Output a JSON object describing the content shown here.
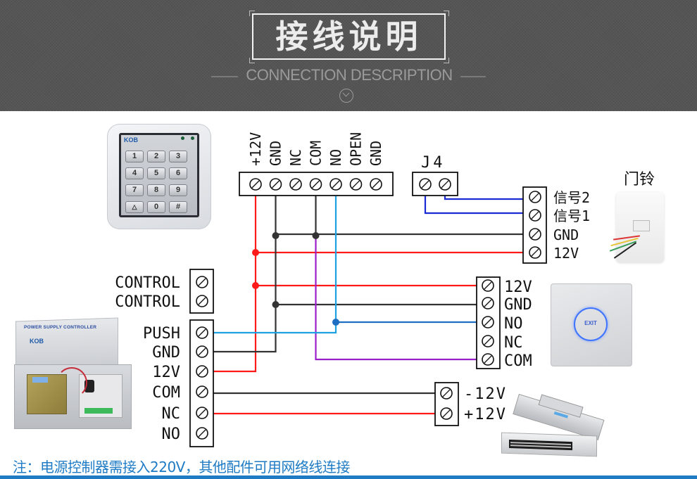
{
  "header": {
    "title": "接线说明",
    "subtitle": "CONNECTION DESCRIPTION",
    "chevron_icon": "chevron-down-circle-icon"
  },
  "colors": {
    "header_bg": "#555555",
    "wire_red": "#ff1a1a",
    "wire_black": "#333333",
    "wire_lightblue": "#1ea1e0",
    "wire_blue": "#1a2bd6",
    "wire_purple": "#9b1fc9",
    "wire_exit_blue": "#1e6fc4",
    "note_blue": "#1f7bc4"
  },
  "reader_terminal": {
    "labels": [
      "+12V",
      "GND",
      "NC",
      "COM",
      "NO",
      "OPEN",
      "GND"
    ]
  },
  "j4_terminal": {
    "label": "J4",
    "pins": 2
  },
  "doorbell": {
    "title": "门铃",
    "labels": [
      "信号2",
      "信号1",
      "GND",
      "12V"
    ]
  },
  "control_terminal": {
    "labels": [
      "CONTROL",
      "CONTROL"
    ]
  },
  "power_terminal": {
    "labels": [
      "PUSH",
      "GND",
      "12V",
      "COM",
      "NC",
      "NO"
    ]
  },
  "exit_terminal": {
    "labels": [
      "12V",
      "GND",
      "NO",
      "NC",
      "COM"
    ]
  },
  "lock_terminal": {
    "labels": [
      "-12V",
      "+12V"
    ]
  },
  "photos": {
    "keypad": {
      "brand": "KOB",
      "keys": [
        "1",
        "2",
        "3",
        "4",
        "5",
        "6",
        "7",
        "8",
        "9",
        "bell",
        "0",
        "#"
      ]
    },
    "power_supply": {
      "label": "POWER SUPPLY CONTROLLER",
      "brand": "KOB"
    },
    "exit_button": {
      "label": "EXIT"
    }
  },
  "note": "注：电源控制器需接入220V，其他配件可用网络线连接"
}
